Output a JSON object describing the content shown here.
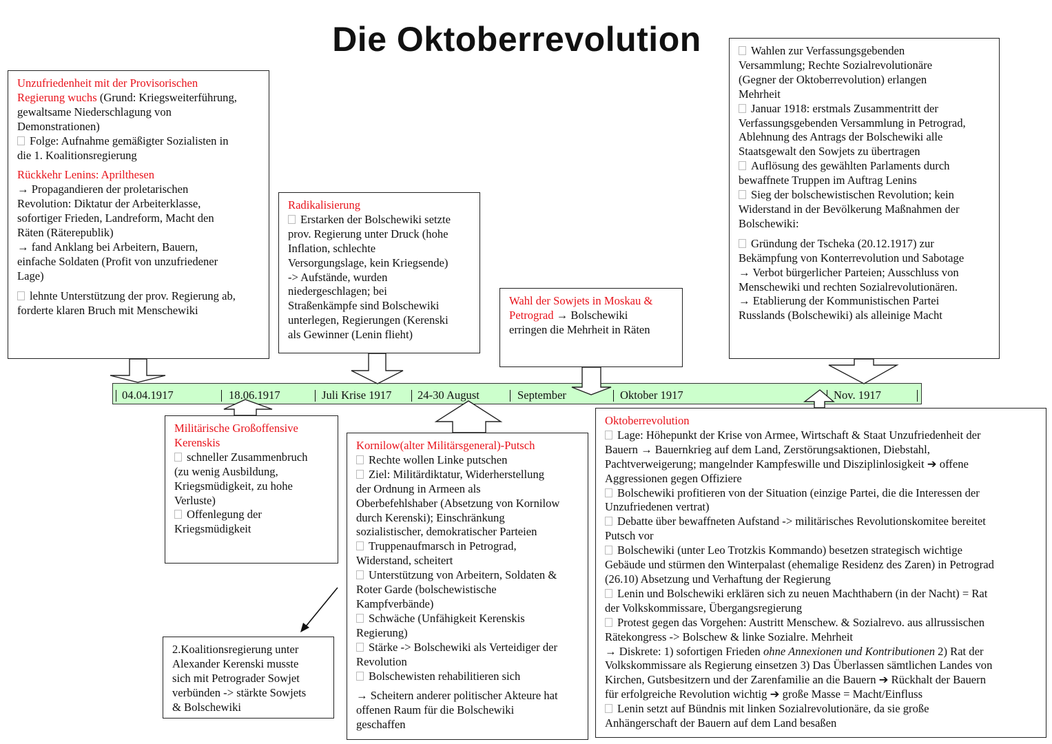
{
  "title": "Die Oktoberrevolution",
  "colors": {
    "accent_red": "#e8141c",
    "timeline_fill": "#ccffcc"
  },
  "timeline": [
    "04.04.1917",
    "18.06.1917",
    "Juli Krise 1917",
    "24-30 August",
    "September",
    "Oktober 1917",
    "Nov. 1917"
  ],
  "boxes": [
    {
      "id": "unzufriedenheit",
      "lines": [
        [
          {
            "t": "Unzufriedenheit mit der Provisorischen",
            "s": "red"
          }
        ],
        [
          {
            "t": "Regierung wuchs",
            "s": "red"
          },
          {
            "t": " (Grund: Kriegsweiterführung,"
          }
        ],
        "gewaltsame Niederschlagung von",
        "Demonstrationen)",
        {
          "b": true,
          "t": "Folge: Aufnahme gemäßigter Sozialisten in"
        },
        "die 1. Koalitionsregierung",
        "",
        [
          {
            "t": "Rückkehr Lenins: Aprilthesen",
            "s": "red"
          }
        ],
        "→ Propagandieren der proletarischen",
        "Revolution: Diktatur der Arbeiterklasse,",
        "sofortiger Frieden, Landreform, Macht den",
        "Räten (Räterepublik)",
        "→ fand Anklang bei Arbeitern, Bauern,",
        "einfache Soldaten (Profit von unzufriedener",
        "Lage)",
        "",
        {
          "b": true,
          "t": "lehnte Unterstützung der prov. Regierung ab,"
        },
        "forderte klaren Bruch mit Menschewiki"
      ]
    },
    {
      "id": "radikalisierung",
      "lines": [
        [
          {
            "t": "Radikalisierung",
            "s": "red"
          }
        ],
        {
          "b": true,
          "t": "Erstarken der Bolschewiki setzte"
        },
        "prov. Regierung unter Druck (hohe",
        "Inflation, schlechte",
        "Versorgungslage, kein Kriegsende)",
        "-> Aufstände, wurden",
        "niedergeschlagen; bei",
        "Straßenkämpfe sind Bolschewiki",
        "unterlegen, Regierungen (Kerenski",
        "als Gewinner (Lenin flieht)"
      ]
    },
    {
      "id": "wahl-sowjets",
      "lines": [
        [
          {
            "t": "Wahl der Sowjets in Moskau &",
            "s": "red"
          }
        ],
        [
          {
            "t": "Petrograd",
            "s": "red"
          },
          {
            "t": " → Bolschewiki"
          }
        ],
        "erringen die Mehrheit in Räten"
      ]
    },
    {
      "id": "verfassungsgebende-versammlung",
      "lines": [
        {
          "b": true,
          "t": "Wahlen zur Verfassungsgebenden"
        },
        "Versammlung; Rechte Sozialrevolutionäre",
        "(Gegner der Oktoberrevolution) erlangen",
        "Mehrheit",
        {
          "b": true,
          "t": "Januar 1918: erstmals Zusammentritt der"
        },
        "Verfassungsgebenden Versammlung in Petrograd,",
        "Ablehnung des Antrags der Bolschewiki alle",
        "Staatsgewalt den Sowjets zu übertragen",
        {
          "b": true,
          "t": "Auflösung des gewählten Parlaments durch"
        },
        "bewaffnete Truppen im Auftrag Lenins",
        {
          "b": true,
          "t": "Sieg der bolschewistischen Revolution; kein"
        },
        "Widerstand in der Bevölkerung  Maßnahmen der",
        "Bolschewiki:",
        "",
        {
          "b": true,
          "t": "Gründung der Tscheka (20.12.1917) zur"
        },
        "Bekämpfung von Konterrevolution und Sabotage",
        "→ Verbot bürgerlicher Parteien; Ausschluss von",
        "Menschewiki und rechten Sozialrevolutionären.",
        "→ Etablierung der Kommunistischen Partei",
        "Russlands (Bolschewiki) als alleinige Macht"
      ]
    },
    {
      "id": "grossoffensive",
      "lines": [
        [
          {
            "t": "Militärische Großoffensive",
            "s": "red"
          }
        ],
        [
          {
            "t": "Kerenskis",
            "s": "red"
          }
        ],
        {
          "b": true,
          "t": "schneller Zusammenbruch"
        },
        "(zu wenig Ausbildung,",
        "Kriegsmüdigkeit, zu hohe",
        "Verluste)",
        {
          "b": true,
          "t": "Offenlegung der"
        },
        "Kriegsmüdigkeit"
      ]
    },
    {
      "id": "kornilow-putsch",
      "lines": [
        [
          {
            "t": "Kornilow(alter Militärsgeneral)-Putsch",
            "s": "red"
          }
        ],
        {
          "b": true,
          "t": "Rechte wollen Linke putschen"
        },
        {
          "b": true,
          "t": "Ziel: Militärdiktatur, Widerherstellung"
        },
        "der Ordnung in Armeen als",
        "Oberbefehlshaber (Absetzung von Kornilow",
        "durch Kerenski); Einschränkung",
        "sozialistischer, demokratischer Parteien",
        {
          "b": true,
          "t": "Truppenaufmarsch in Petrograd,"
        },
        "Widerstand, scheitert",
        {
          "b": true,
          "t": "Unterstützung von Arbeitern, Soldaten &"
        },
        "Roter Garde (bolschewistische",
        "Kampfverbände)",
        {
          "b": true,
          "t": "Schwäche (Unfähigkeit Kerenskis"
        },
        "Regierung)",
        {
          "b": true,
          "t": "Stärke -> Bolschewiki als Verteidiger der"
        },
        "Revolution",
        {
          "b": true,
          "t": "Bolschewisten rehabilitieren sich"
        },
        "",
        "→ Scheitern anderer politischer Akteure hat",
        "offenen Raum für die Bolschewiki",
        "geschaffen"
      ]
    },
    {
      "id": "oktoberrevolution",
      "lines": [
        [
          {
            "t": "Oktoberrevolution",
            "s": "red"
          }
        ],
        {
          "b": true,
          "t": "Lage: Höhepunkt der Krise von Armee, Wirtschaft & Staat Unzufriedenheit der"
        },
        "Bauern → Bauernkrieg auf dem Land, Zerstörungsaktionen, Diebstahl,",
        "Pachtverweigerung; mangelnder Kampfeswille und Disziplinlosigkeit ➔ offene",
        "Aggressionen gegen Offiziere",
        {
          "b": true,
          "t": "Bolschewiki profitieren von der Situation (einzige Partei, die die Interessen der"
        },
        "Unzufriedenen vertrat)",
        {
          "b": true,
          "t": "Debatte über bewaffneten Aufstand -> militärisches Revolutionskomitee bereitet"
        },
        "Putsch vor",
        {
          "b": true,
          "t": "Bolschewiki (unter Leo Trotzkis Kommando) besetzen strategisch wichtige"
        },
        "Gebäude und stürmen den Winterpalast (ehemalige Residenz des Zaren) in Petrograd",
        "(26.10)    Absetzung und Verhaftung der Regierung",
        {
          "b": true,
          "t": "Lenin und Bolschewiki erklären sich zu neuen Machthabern (in der Nacht) = Rat"
        },
        "der Volkskommissare, Übergangsregierung",
        {
          "b": true,
          "t": "Protest gegen das Vorgehen: Austritt Menschew. & Sozialrevo. aus allrussischen"
        },
        "Rätekongress -> Bolschew & linke Sozialre. Mehrheit",
        [
          {
            "t": "→ Diskrete: 1) sofortigen Frieden "
          },
          {
            "t": "ohne Annexionen und Kontributionen",
            "s": "it"
          },
          {
            "t": " 2) Rat der"
          }
        ],
        "Volkskommissare als Regierung einsetzen 3) Das Überlassen sämtlichen Landes von",
        "Kirchen, Gutsbesitzern und der Zarenfamilie an die Bauern ➔ Rückhalt der Bauern",
        "für erfolgreiche Revolution wichtig ➔ große Masse = Macht/Einfluss",
        {
          "b": true,
          "t": "Lenin setzt auf Bündnis mit linken Sozialrevolutionäre, da sie große"
        },
        "Anhängerschaft der Bauern auf dem Land besaßen"
      ]
    },
    {
      "id": "koalitionsregierung-2",
      "lines": [
        "2.Koalitionsregierung unter",
        "Alexander Kerenski musste",
        "sich mit Petrograder Sowjet",
        "verbünden -> stärkte Sowjets",
        "& Bolschewiki"
      ]
    }
  ]
}
